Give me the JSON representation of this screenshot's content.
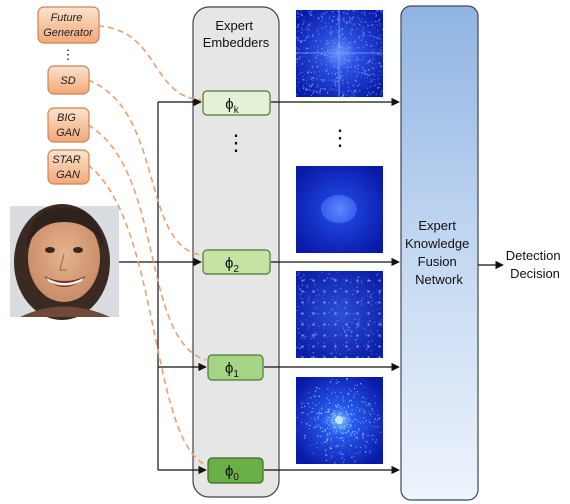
{
  "generators": [
    {
      "label_lines": [
        "Future",
        "Generator"
      ]
    },
    {
      "label_lines": [
        "SD"
      ]
    },
    {
      "label_lines": [
        "BIG",
        "GAN"
      ]
    },
    {
      "label_lines": [
        "STAR",
        "GAN"
      ]
    }
  ],
  "generator_ellipsis": "⋮",
  "embedders_panel": {
    "title_lines": [
      "Expert",
      "Embedders"
    ]
  },
  "embedders": [
    {
      "symbol": "ϕ",
      "subscript": "k"
    },
    {
      "symbol": "ϕ",
      "subscript": "2"
    },
    {
      "symbol": "ϕ",
      "subscript": "1"
    },
    {
      "symbol": "ϕ",
      "subscript": "0"
    }
  ],
  "embedder_ellipsis": "⋮",
  "spectrum_ellipsis": "⋮",
  "fusion_network": {
    "label_lines": [
      "Expert",
      "Knowledge",
      "Fusion",
      "Network"
    ]
  },
  "output": {
    "label_lines": [
      "Detection",
      "Decision"
    ]
  },
  "colors": {
    "generator_fill_top": "#fbe3cf",
    "generator_fill_bottom": "#f2a877",
    "generator_border": "#d08050",
    "dashed_connector": "#e8a070",
    "embedder_panel_fill": "#e6e6e6",
    "embedder_k_fill": "#e6f2d8",
    "embedder_2_fill": "#c6e3a6",
    "embedder_1_fill": "#a6d486",
    "embedder_0_fill": "#6bb046",
    "embedder_border": "#4a7a30",
    "fusion_top": "#8fb4e3",
    "fusion_bottom": "#eef4fc",
    "spectrum_dark": "#0a1aa8",
    "spectrum_bright": "#4c7dff"
  },
  "icons": {
    "face": "face-photo-icon",
    "spectra": [
      "spectrum-k-icon",
      "spectrum-2-icon",
      "spectrum-1-icon",
      "spectrum-0-icon"
    ]
  }
}
